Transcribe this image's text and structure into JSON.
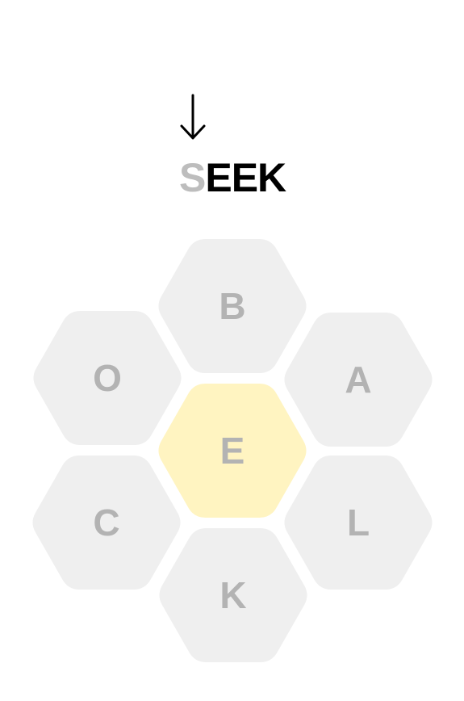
{
  "puzzle": {
    "current_word": {
      "ghost_part": "S",
      "typed_part": "EEK"
    },
    "hive": {
      "center": {
        "letter": "E",
        "color": "#fff4c1"
      },
      "outer": [
        {
          "id": "top",
          "letter": "B"
        },
        {
          "id": "upper-left",
          "letter": "O"
        },
        {
          "id": "upper-right",
          "letter": "A"
        },
        {
          "id": "lower-left",
          "letter": "C"
        },
        {
          "id": "lower-right",
          "letter": "L"
        },
        {
          "id": "bottom",
          "letter": "K"
        }
      ],
      "outer_color": "#efefef",
      "letter_color": "#b3b3b3"
    },
    "indicator_icon": "down-arrow-icon"
  }
}
